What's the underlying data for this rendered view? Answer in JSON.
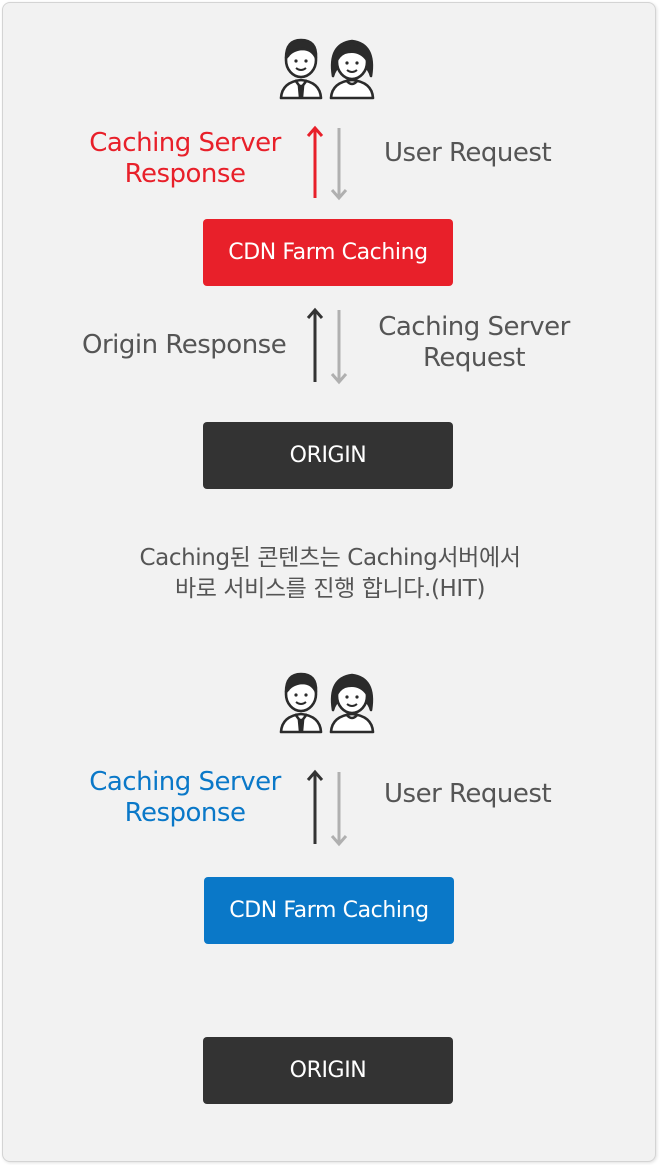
{
  "colors": {
    "red": "#e8202a",
    "blue": "#0a78c8",
    "dark": "#333333",
    "grey_arrow": "#b0b0b0",
    "text_grey": "#555555"
  },
  "top_flow": {
    "users_icon": "users-icon",
    "response_label": [
      "Caching Server",
      "Response"
    ],
    "request_label": "User Request",
    "cdn_box": "CDN Farm Caching",
    "origin_response_label": "Origin Response",
    "origin_request_label": [
      "Caching Server",
      "Request"
    ],
    "origin_box": "ORIGIN"
  },
  "note": {
    "line1": "Caching된 콘텐츠는 Caching서버에서",
    "line2": "바로 서비스를 진행 합니다.(HIT)"
  },
  "bottom_flow": {
    "users_icon": "users-icon",
    "response_label": [
      "Caching Server",
      "Response"
    ],
    "request_label": "User Request",
    "cdn_box": "CDN Farm Caching",
    "origin_box": "ORIGIN"
  }
}
